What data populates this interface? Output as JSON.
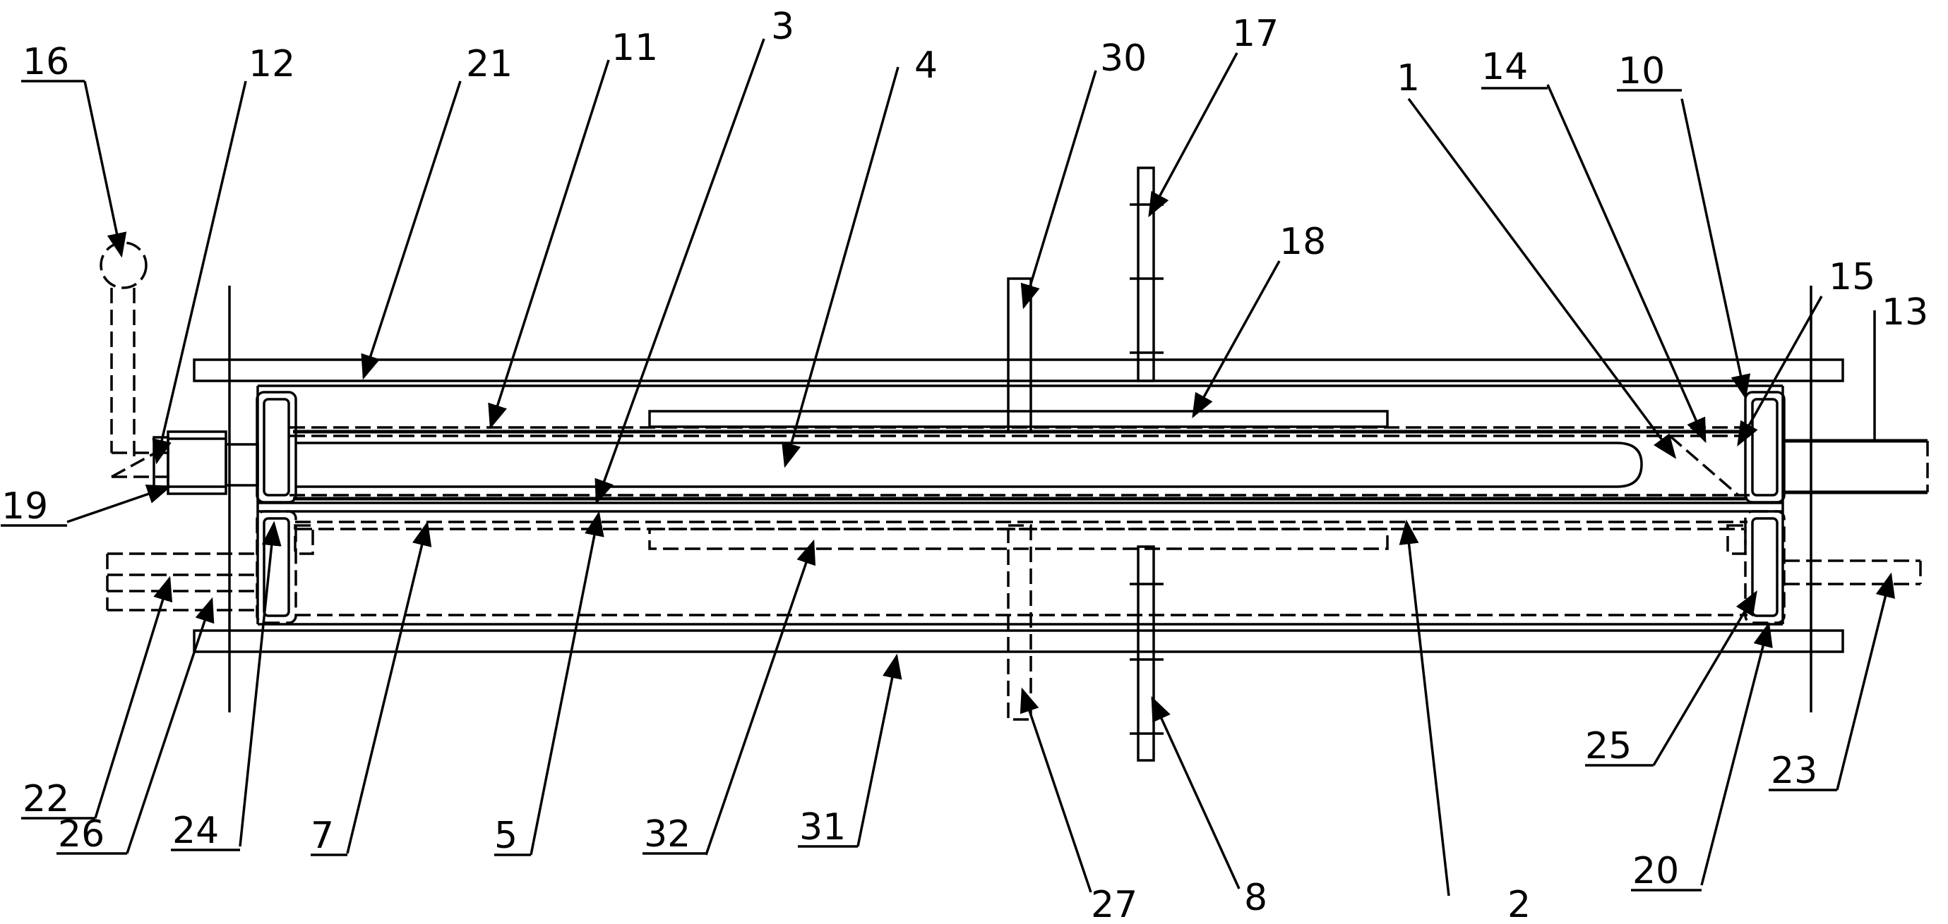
{
  "figure": {
    "labels": {
      "l1": "1",
      "l2": "2",
      "l3": "3",
      "l4": "4",
      "l5": "5",
      "l7": "7",
      "l8": "8",
      "l10": "10",
      "l11": "11",
      "l12": "12",
      "l13": "13",
      "l14": "14",
      "l15": "15",
      "l16": "16",
      "l17": "17",
      "l18": "18",
      "l19": "19",
      "l20": "20",
      "l21": "21",
      "l22": "22",
      "l23": "23",
      "l24": "24",
      "l25": "25",
      "l26": "26",
      "l27": "27",
      "l30": "30",
      "l31": "31",
      "l32": "32"
    }
  }
}
